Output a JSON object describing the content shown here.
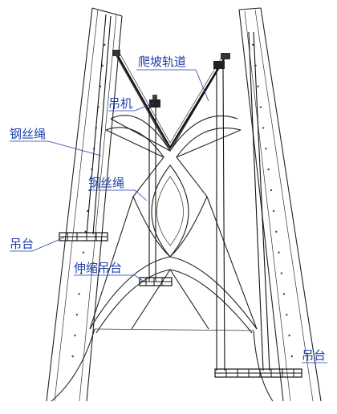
{
  "labels": {
    "climbing_track": "爬坡轨道",
    "hoist": "吊机",
    "wire_rope_left": "钢丝绳",
    "wire_rope_center": "钢丝绳",
    "platform_left": "吊台",
    "telescopic_platform": "伸缩吊台",
    "platform_right": "吊台"
  },
  "colors": {
    "label_text": "#1f3fa8",
    "structure_line": "#222222",
    "background": "#ffffff"
  }
}
